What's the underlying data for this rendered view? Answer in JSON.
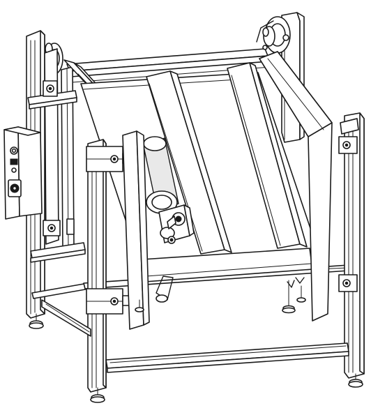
{
  "figure": {
    "subject": "tilting-frame-conveyor-assembly",
    "colors": {
      "line": "#1a1a1a",
      "paper": "#ffffff",
      "shade": "#e9e9e9"
    },
    "parts": {
      "rear_left_upright": "rear-left-upright",
      "rear_right_upright": "rear-right-upright",
      "front_left_upright": "front-left-upright",
      "front_right_upright": "front-right-upright",
      "tilt_deck": "tilt-deck",
      "slats": 2,
      "control_box": "control-box",
      "drive_motor": "drive-motor",
      "leveling_feet": 6,
      "pivot_bearings": 2
    }
  }
}
